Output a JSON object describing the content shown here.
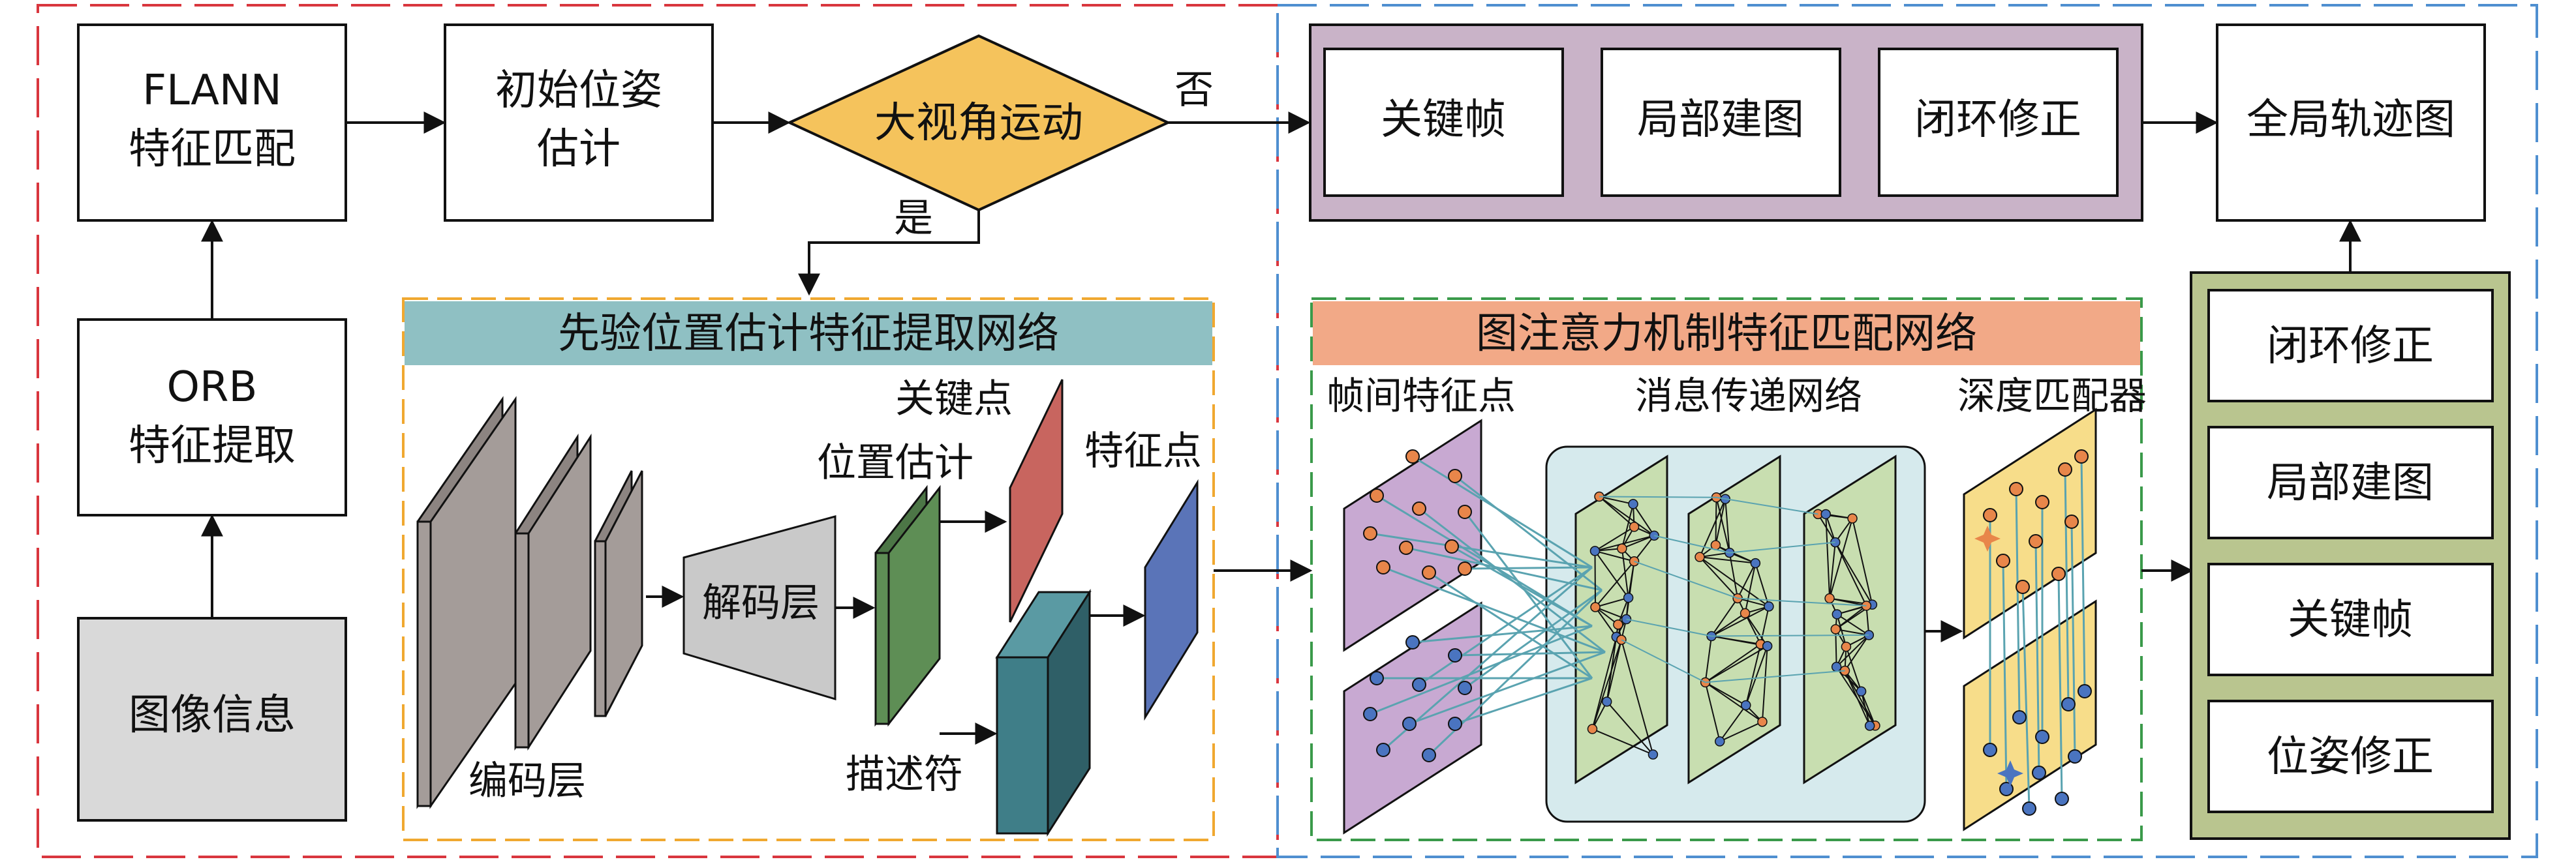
{
  "labels": {
    "flann": [
      "FLANN",
      "特征匹配"
    ],
    "orb": [
      "ORB",
      "特征提取"
    ],
    "image_info": "图像信息",
    "init_pose": [
      "初始位姿",
      "估计"
    ],
    "large_view": "大视角运动",
    "no": "否",
    "yes": "是",
    "top_keyframe": "关键帧",
    "top_local_map": "局部建图",
    "top_loop_fix": "闭环修正",
    "global_map": "全局轨迹图",
    "prior_net_title": "先验位置估计特征提取网络",
    "encoder": "编码层",
    "decoder": "解码层",
    "pos_est": "位置估计",
    "keypoint": "关键点",
    "feature_point": "特征点",
    "descriptor": "描述符",
    "gat_title": "图注意力机制特征匹配网络",
    "inter_frame": "帧间特征点",
    "msg_pass": "消息传递网络",
    "depth_matcher": "深度匹配器",
    "right_loop_fix": "闭环修正",
    "right_local_map": "局部建图",
    "right_keyframe": "关键帧",
    "right_pose_fix": "位姿修正"
  },
  "colors": {
    "red_dash": "#d9363e",
    "blue_dash": "#4f8fd0",
    "orange_dash": "#f0a830",
    "green_dash": "#3a9a4a",
    "diamond": "#f5c35c",
    "purple_panel": "#c9b3c8",
    "olive_panel": "#b9c58f",
    "image_box": "#d9d9d9",
    "teal_header": "#8fc0c3",
    "salmon_header": "#f2a987",
    "encoder_gray": "#a49c99",
    "decoder_gray": "#c9c9c9",
    "pos_green": "#5e8e55",
    "keypoint_red": "#c8655f",
    "descriptor_teal": "#3f7e88",
    "feature_blue": "#5a74b8",
    "lilac": "#c8a9d2",
    "light_green": "#c8deb0",
    "light_yellow": "#f7dd8a",
    "light_blue_bg": "#d6eaed"
  }
}
